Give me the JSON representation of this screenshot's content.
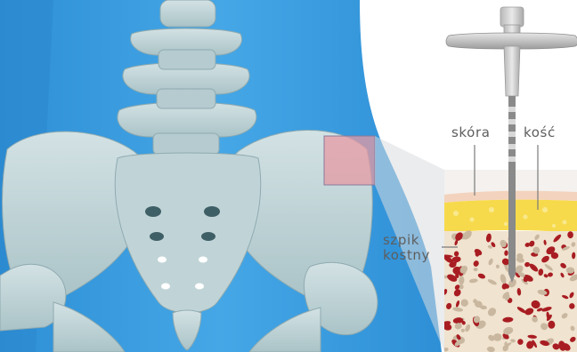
{
  "labels": {
    "skin": "skóra",
    "bone": "kość",
    "marrow_line1": "szpik",
    "marrow_line2": "kostny"
  },
  "colors": {
    "body": "#3a9ee0",
    "body_shadow": "#2f8fd4",
    "bone_fill": "#c4d7da",
    "bone_shadow": "#9fb7bb",
    "skin_layer": "#f3d3bd",
    "bone_layer": "#f7da4c",
    "marrow_bg": "#f0e3cf",
    "marrow_red": "#a81d22",
    "marrow_tan": "#c9b7a0",
    "needle": "#8a8a8a",
    "label_text": "#5e5e5e"
  },
  "icons": [
    "bone-marrow-biopsy-needle-icon",
    "pelvis-skeleton-icon"
  ]
}
